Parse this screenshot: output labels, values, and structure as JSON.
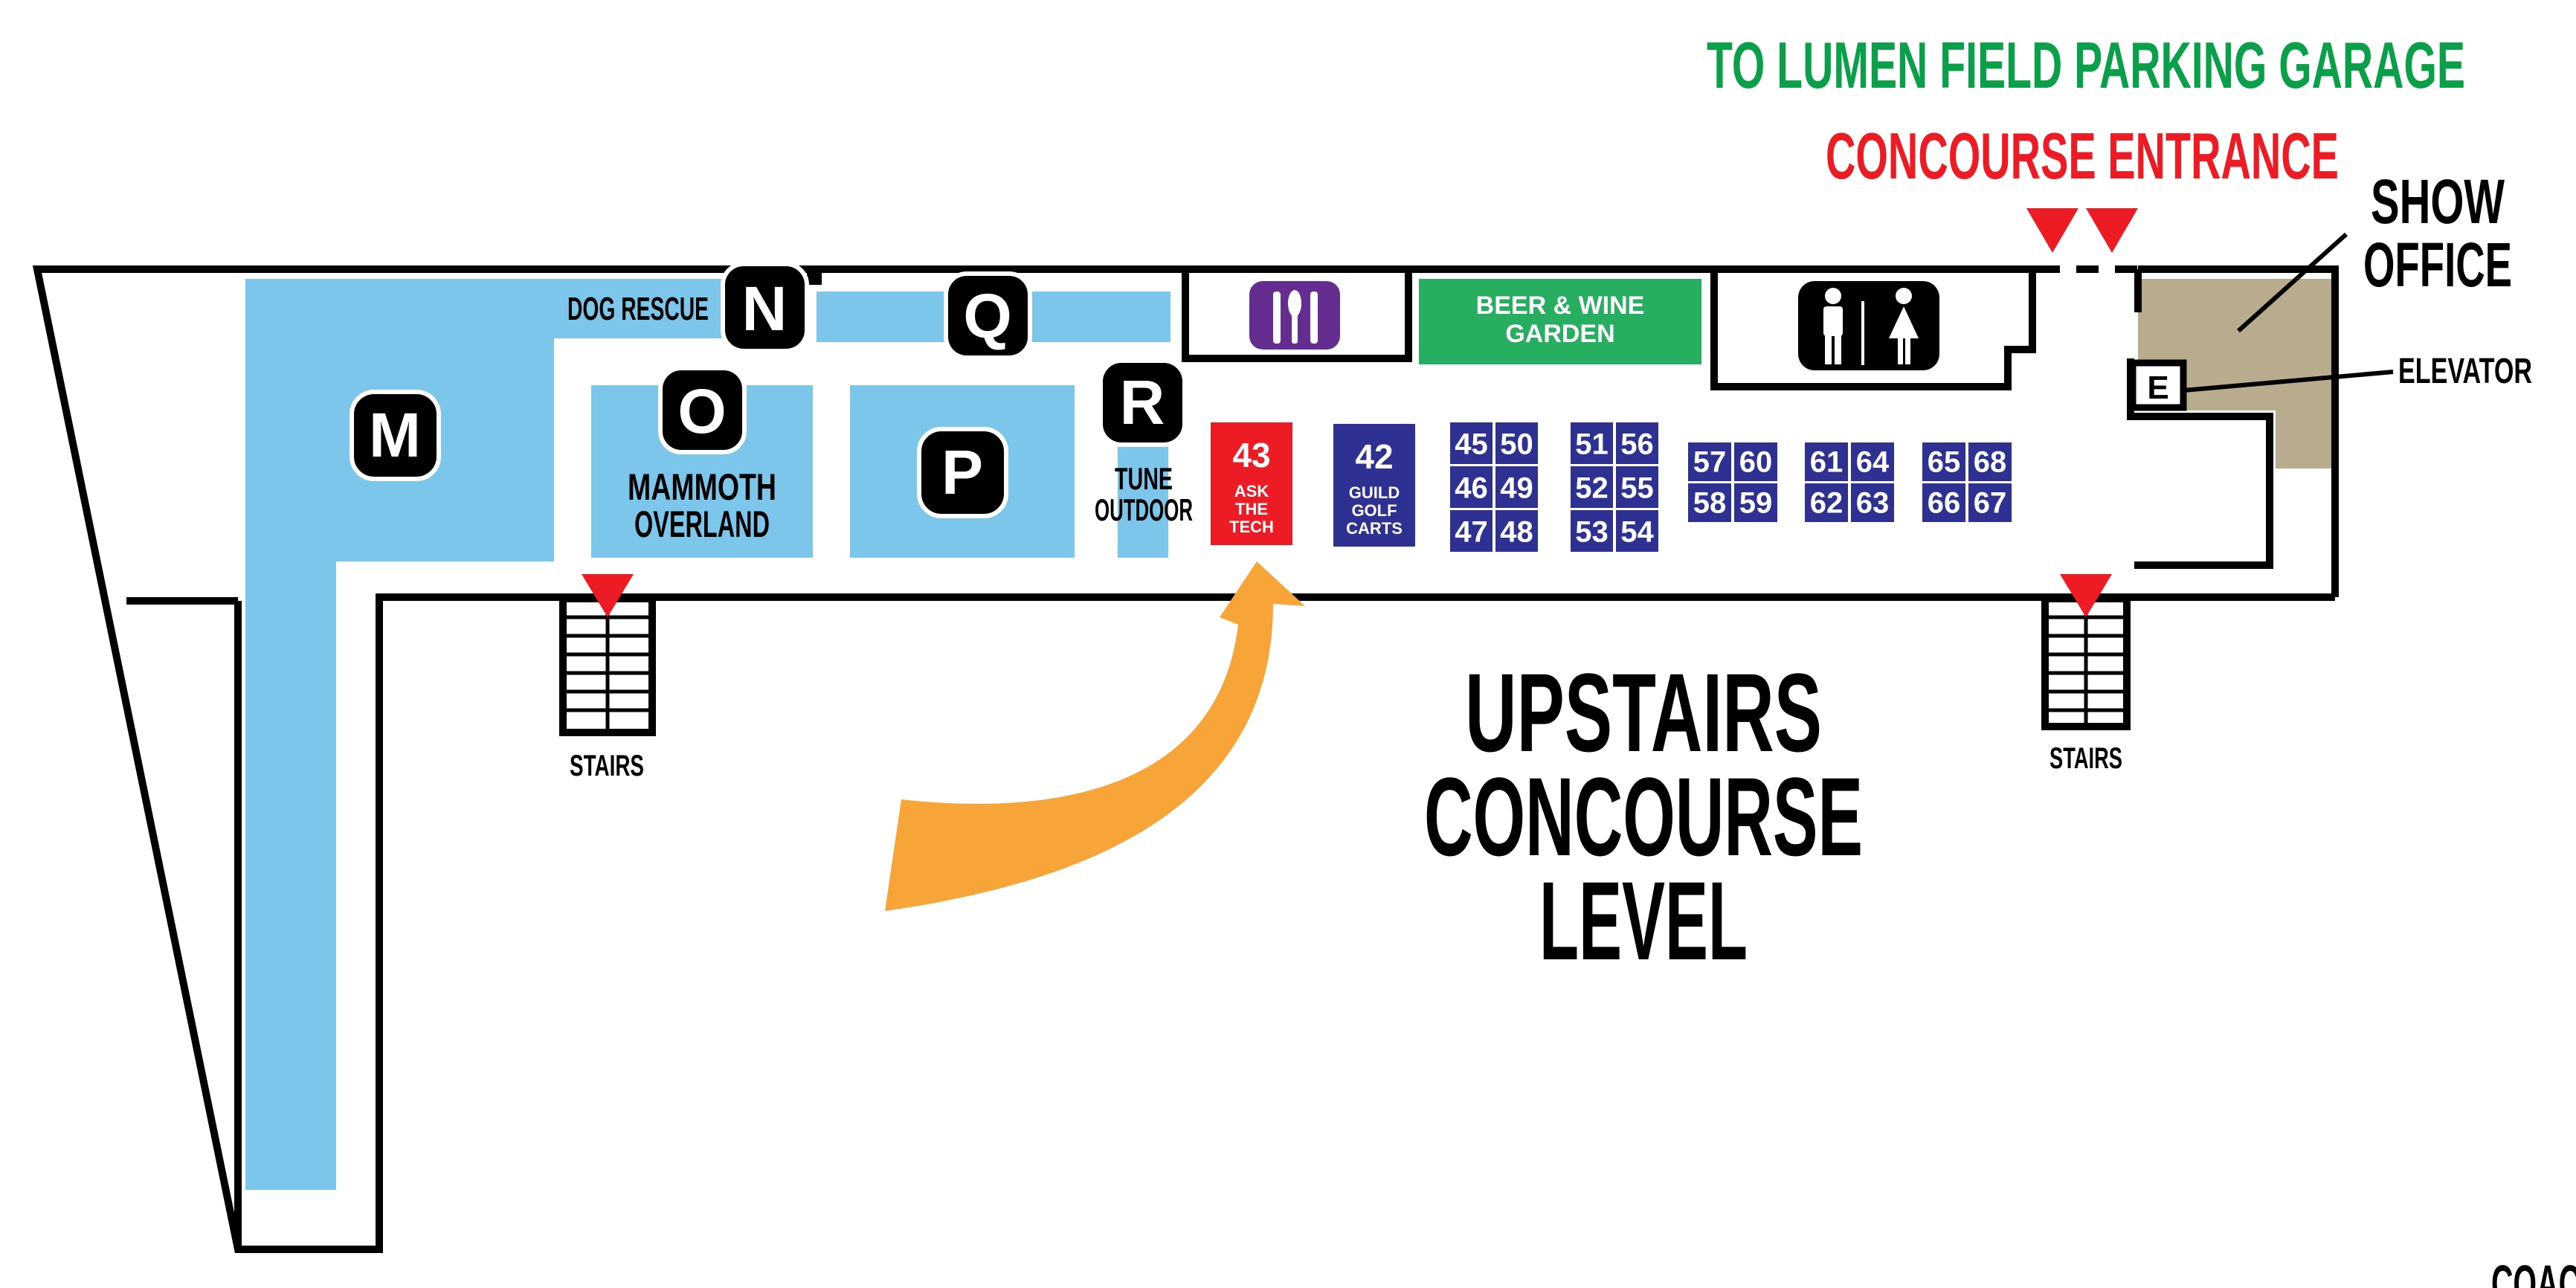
{
  "header": {
    "parking_label": "TO LUMEN FIELD PARKING GARAGE",
    "entrance_label": "CONCOURSE ENTRANCE"
  },
  "title": {
    "line1": "UPSTAIRS",
    "line2": "CONCOURSE",
    "line3": "LEVEL"
  },
  "zones": {
    "m": "M",
    "n": "N",
    "o": "O",
    "p": "P",
    "q": "Q",
    "r": "R"
  },
  "areas": {
    "dog_rescue": "DOG RESCUE",
    "mammoth_line1": "MAMMOTH",
    "mammoth_line2": "OVERLAND",
    "tune_line1": "TUNE",
    "tune_line2": "OUTDOOR",
    "beer_line1": "BEER & WINE",
    "beer_line2": "GARDEN",
    "show_office_line1": "SHOW",
    "show_office_line2": "OFFICE",
    "elevator": "ELEVATOR",
    "elevator_badge": "E",
    "stairs_left": "STAIRS",
    "stairs_right": "STAIRS",
    "cut_off_label": "COAC"
  },
  "booths": {
    "b43": {
      "number": "43",
      "line1": "ASK",
      "line2": "THE",
      "line3": "TECH"
    },
    "b42": {
      "number": "42",
      "line1": "GUILD",
      "line2": "GOLF",
      "line3": "CARTS"
    },
    "group1": [
      "45",
      "50",
      "46",
      "49",
      "47",
      "48"
    ],
    "group2": [
      "51",
      "56",
      "52",
      "55",
      "53",
      "54"
    ],
    "group3": [
      "57",
      "60",
      "58",
      "59"
    ],
    "group4": [
      "61",
      "64",
      "62",
      "63"
    ],
    "group5": [
      "65",
      "68",
      "66",
      "67"
    ]
  },
  "colors": {
    "zone_blue": "#7cc6eb",
    "booth_navy": "#2e3192",
    "booth_red": "#ed1c24",
    "garden_green": "#27ae60",
    "food_purple": "#662d91",
    "office_tan": "#b8ab8e",
    "arrow_orange": "#f7a538",
    "parking_green": "#0aa04a",
    "entrance_red": "#ed1c24"
  },
  "icons": {
    "food": "fork-knife-icon",
    "restroom": "restroom-icon",
    "entrance_marker": "triangle-down-icon",
    "stairs": "stairs-icon",
    "direction": "curved-arrow-icon"
  }
}
